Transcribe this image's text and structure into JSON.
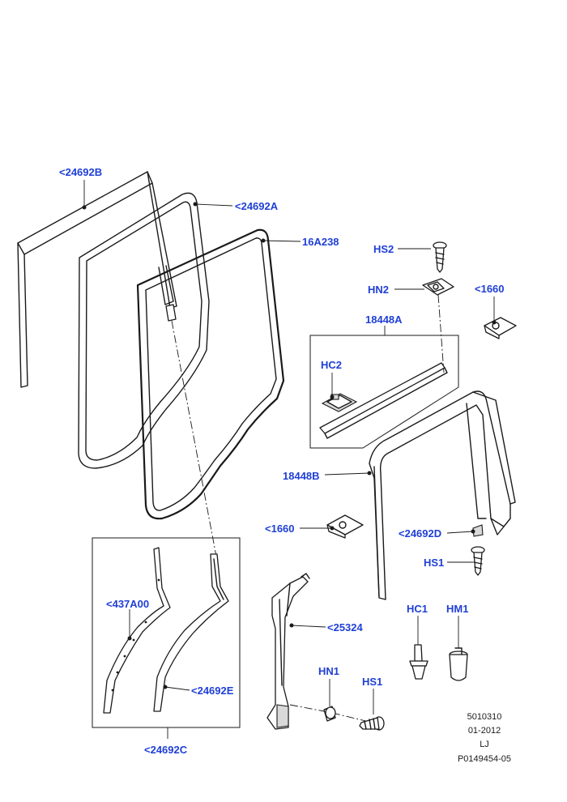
{
  "colors": {
    "callout": "#1f3fd6",
    "line": "#1a1a1a"
  },
  "callouts": {
    "c24692B": "<24692B",
    "c24692A": "<24692A",
    "c16A238": "16A238",
    "cHS2": "HS2",
    "cHN2": "HN2",
    "c1660_top": "<1660",
    "c18448A": "18448A",
    "cHC2": "HC2",
    "c18448B": "18448B",
    "c1660_mid": "<1660",
    "c24692D": "<24692D",
    "cHS1": "HS1",
    "c437A00": "<437A00",
    "c25324": "<25324",
    "c24692E": "<24692E",
    "cHC1": "HC1",
    "cHM1": "HM1",
    "cHN1": "HN1",
    "cHS1_low": "HS1",
    "c24692C": "<24692C"
  },
  "meta": {
    "code": "5010310",
    "date": "01-2012",
    "author": "LJ",
    "part_ref": "P0149454-05"
  }
}
